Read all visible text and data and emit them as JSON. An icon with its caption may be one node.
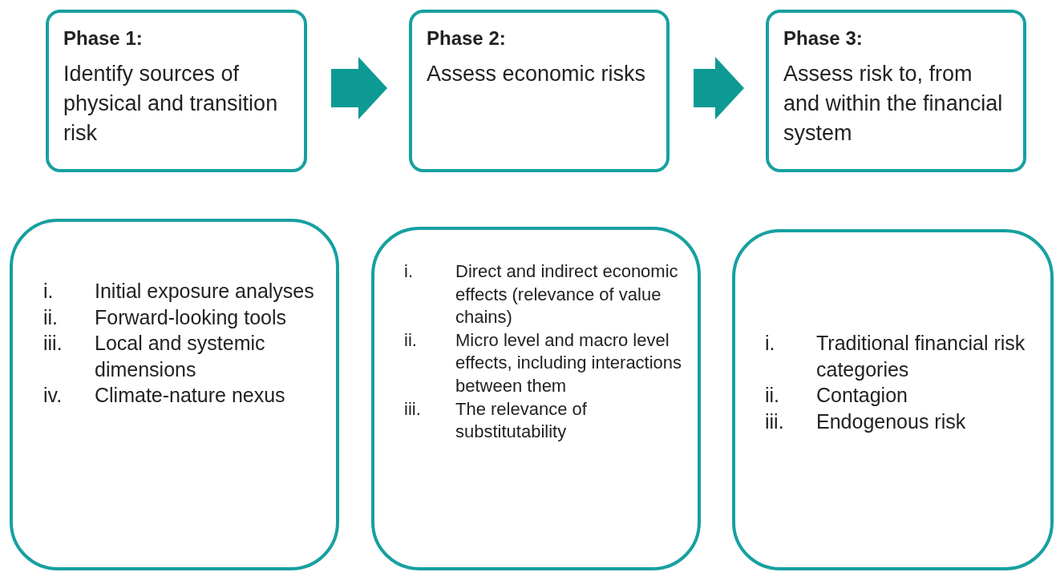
{
  "diagram": {
    "nodes": [
      {
        "text": [
          "Phase 1:",
          "Identify sources of physical and transition risk"
        ]
      },
      {
        "text": [
          "Phase 2:",
          "Assess economic risks"
        ]
      },
      {
        "text": [
          "Phase 3:",
          "Assess risk to, from and within the financial system"
        ]
      },
      {
        "text": [
          "i.",
          "Initial exposure analyses",
          "ii.",
          "Forward-looking tools",
          "iii.",
          "Local and systemic dimensions",
          "iv.",
          "Climate-nature nexus"
        ]
      },
      {
        "text": [
          "i.",
          "Direct and indirect economic effects (relevance of value chains)",
          "ii.",
          "Micro level and macro level effects, including interactions between them",
          "iii.",
          "The relevance of substitutability"
        ]
      },
      {
        "text": [
          "i.",
          "Traditional financial risk categories",
          "ii.",
          "Contagion",
          "iii.",
          "Endogenous risk"
        ]
      }
    ],
    "edges": [
      {
        "from": 0,
        "to": 1,
        "arrow": "to",
        "style": "thick"
      },
      {
        "from": 1,
        "to": 2,
        "arrow": "to",
        "style": "thick"
      }
    ]
  }
}
